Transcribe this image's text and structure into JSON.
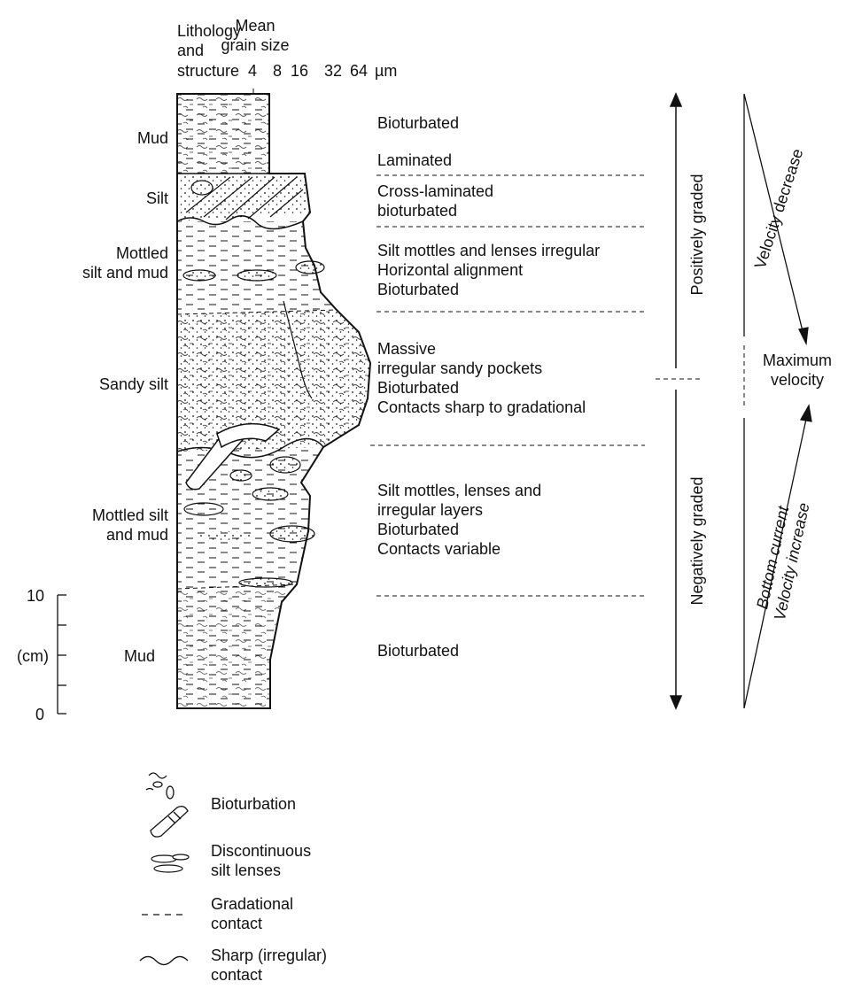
{
  "header": {
    "lithology_title": [
      "Lithology",
      "and",
      "structure"
    ],
    "grain_title": [
      "Mean",
      "grain size"
    ],
    "grain_ticks": [
      "4",
      "8",
      "16",
      "32",
      "64"
    ],
    "grain_unit": "µm"
  },
  "units": [
    {
      "lithology": "Mud",
      "description": [
        "Bioturbated"
      ]
    },
    {
      "lithology": "",
      "description": [
        "Laminated"
      ]
    },
    {
      "lithology": "Silt",
      "description": [
        "Cross-laminated",
        "bioturbated"
      ]
    },
    {
      "lithology": [
        "Mottled",
        "silt and mud"
      ],
      "description": [
        "Silt mottles and lenses irregular",
        "Horizontal alignment",
        "Bioturbated"
      ]
    },
    {
      "lithology": "Sandy silt",
      "description": [
        "Massive",
        "irregular sandy pockets",
        "Bioturbated",
        "Contacts sharp to gradational"
      ]
    },
    {
      "lithology": [
        "Mottled silt",
        "and mud"
      ],
      "description": [
        "Silt mottles, lenses and",
        "irregular layers",
        "Bioturbated",
        "Contacts variable"
      ]
    },
    {
      "lithology": "Mud",
      "description": [
        "Bioturbated"
      ]
    }
  ],
  "scale": {
    "top": "10",
    "bottom": "0",
    "unit": "(cm)"
  },
  "grading": {
    "upper": "Positively graded",
    "lower": "Negatively graded"
  },
  "velocity": {
    "decrease": "Velocity decrease",
    "maximum": [
      "Maximum",
      "velocity"
    ],
    "increase": [
      "Bottom current",
      "Velocity increase"
    ]
  },
  "legend": [
    {
      "icon": "bioturbation-icon",
      "label": [
        "Bioturbation"
      ]
    },
    {
      "icon": "silt-lens-icon",
      "label": [
        "Discontinuous",
        "silt lenses"
      ]
    },
    {
      "icon": "gradational-contact-icon",
      "label": [
        "Gradational",
        "contact"
      ]
    },
    {
      "icon": "sharp-contact-icon",
      "label": [
        "Sharp (irregular)",
        "contact"
      ]
    }
  ]
}
